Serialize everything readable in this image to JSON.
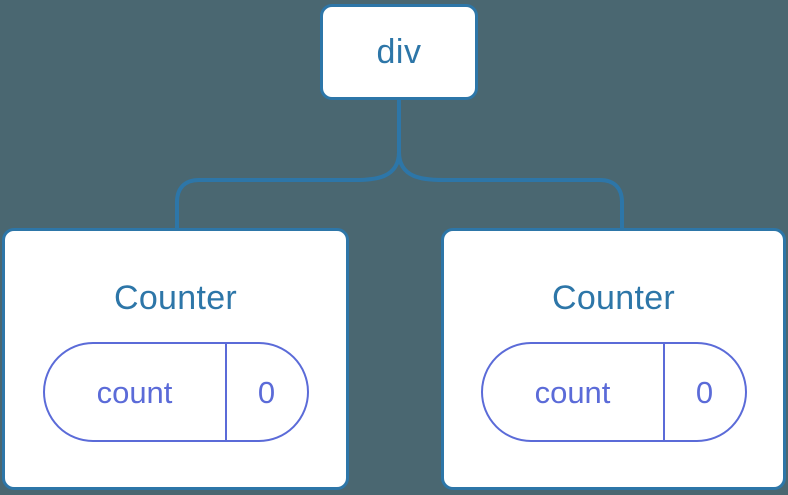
{
  "diagram": {
    "type": "component-tree",
    "background_color": "#4a6771",
    "node_border_color": "#2d76a8",
    "node_fill_color": "#ffffff",
    "node_text_color": "#2d76a8",
    "state_pill_color": "#5b6bd8",
    "connector_color": "#2d76a8",
    "root": {
      "label": "div"
    },
    "children": [
      {
        "label": "Counter",
        "state": {
          "key": "count",
          "value": "0"
        }
      },
      {
        "label": "Counter",
        "state": {
          "key": "count",
          "value": "0"
        }
      }
    ]
  }
}
